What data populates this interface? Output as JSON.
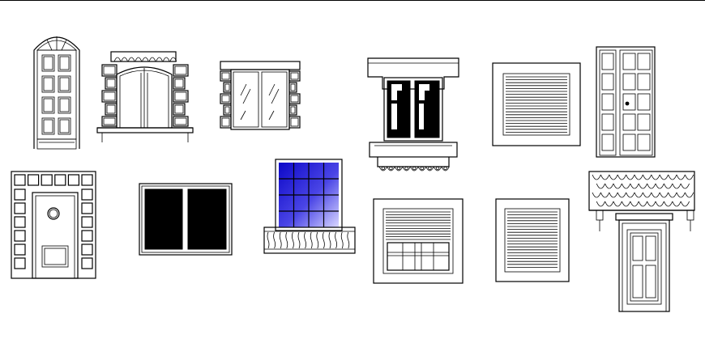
{
  "drawing": {
    "elements": [
      {
        "name": "arched-panel-door",
        "type": "door"
      },
      {
        "name": "stone-framed-arched-window",
        "type": "window"
      },
      {
        "name": "stone-framed-sash-window",
        "type": "window"
      },
      {
        "name": "corniced-window-with-scalloped-sill",
        "type": "window"
      },
      {
        "name": "louvered-shutter-window-1",
        "type": "window"
      },
      {
        "name": "glazed-panel-door",
        "type": "door"
      },
      {
        "name": "block-framed-door",
        "type": "door"
      },
      {
        "name": "double-black-window",
        "type": "window"
      },
      {
        "name": "blue-glazed-balcony-window",
        "type": "window"
      },
      {
        "name": "shutter-window-with-grille",
        "type": "window"
      },
      {
        "name": "louvered-shutter-window-2",
        "type": "window"
      },
      {
        "name": "tiled-canopy-door",
        "type": "door"
      }
    ],
    "colors": {
      "line": "#000000",
      "background": "#ffffff",
      "glass_blue": "#1a14d6",
      "accent_red": "#d0103a"
    }
  }
}
